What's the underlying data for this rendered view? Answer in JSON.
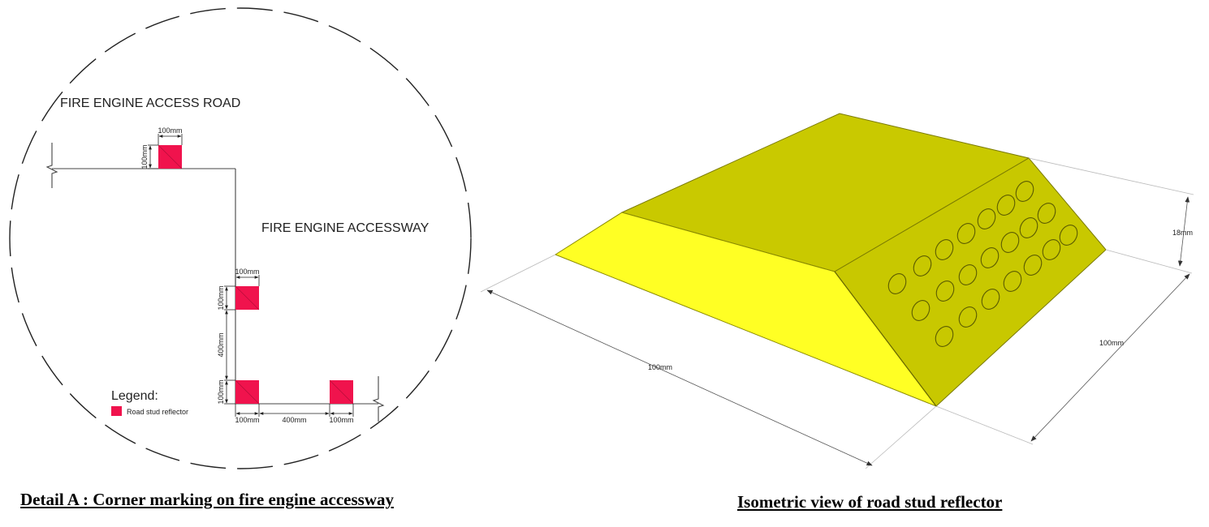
{
  "detail": {
    "road_label": "FIRE ENGINE ACCESS ROAD",
    "accessway_label": "FIRE ENGINE ACCESSWAY",
    "legend_title": "Legend:",
    "legend_item": "Road stud reflector",
    "dims": {
      "top_width": "100mm",
      "top_height": "100mm",
      "mid_width": "100mm",
      "mid_height": "100mm",
      "gap_vertical": "400mm",
      "bottom_height": "100mm",
      "bottom_width_left": "100mm",
      "gap_horizontal": "400mm",
      "bottom_width_right": "100mm"
    },
    "marker_color": "#f0134d"
  },
  "iso": {
    "length": "100mm",
    "width": "100mm",
    "height": "18mm",
    "body_color": "#f2f200",
    "face_color": "#c9c900"
  },
  "captions": {
    "left": "Detail A : Corner marking on fire engine accessway",
    "right": "Isometric view of road stud reflector"
  }
}
